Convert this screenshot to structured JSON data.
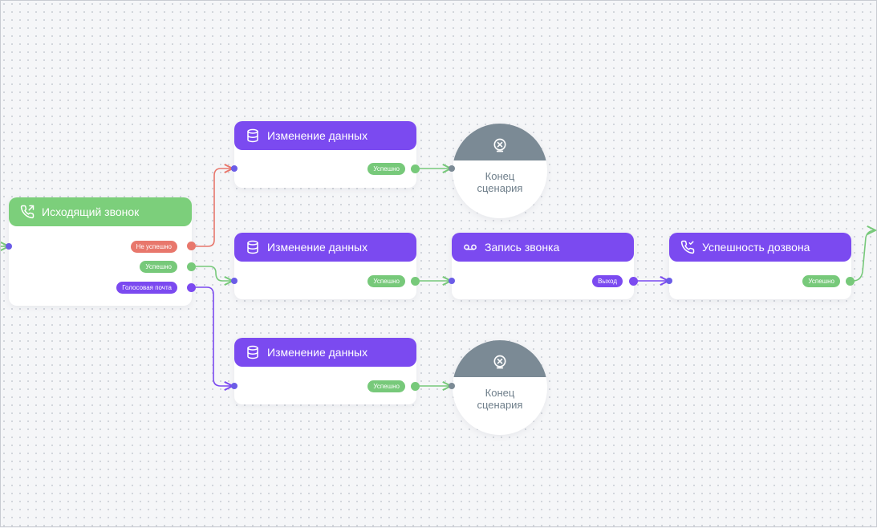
{
  "nodes": {
    "outgoing_call": {
      "title": "Исходящий звонок",
      "out_not_success": "Не успешно",
      "out_success": "Успешно",
      "out_voicemail": "Голосовая почта"
    },
    "change_1": {
      "title": "Изменение данных",
      "out_success": "Успешно"
    },
    "change_2": {
      "title": "Изменение данных",
      "out_success": "Успешно"
    },
    "change_3": {
      "title": "Изменение данных",
      "out_success": "Успешно"
    },
    "record_call": {
      "title": "Запись звонка",
      "out_exit": "Выход"
    },
    "dial_success": {
      "title": "Успешность дозвона",
      "out_success": "Успешно"
    },
    "end_1": {
      "line1": "Конец",
      "line2": "сценария"
    },
    "end_2": {
      "line1": "Конец",
      "line2": "сценария"
    }
  },
  "colors": {
    "purple": "#7b4af0",
    "green": "#77c97a",
    "red": "#e8776c",
    "end_gray": "#7b8a95"
  },
  "icons": {
    "outgoing_call": "phone-outgoing-icon",
    "change": "database-icon",
    "record_call": "voicemail-icon",
    "dial_success": "phone-check-icon",
    "end": "close-circle-icon"
  }
}
